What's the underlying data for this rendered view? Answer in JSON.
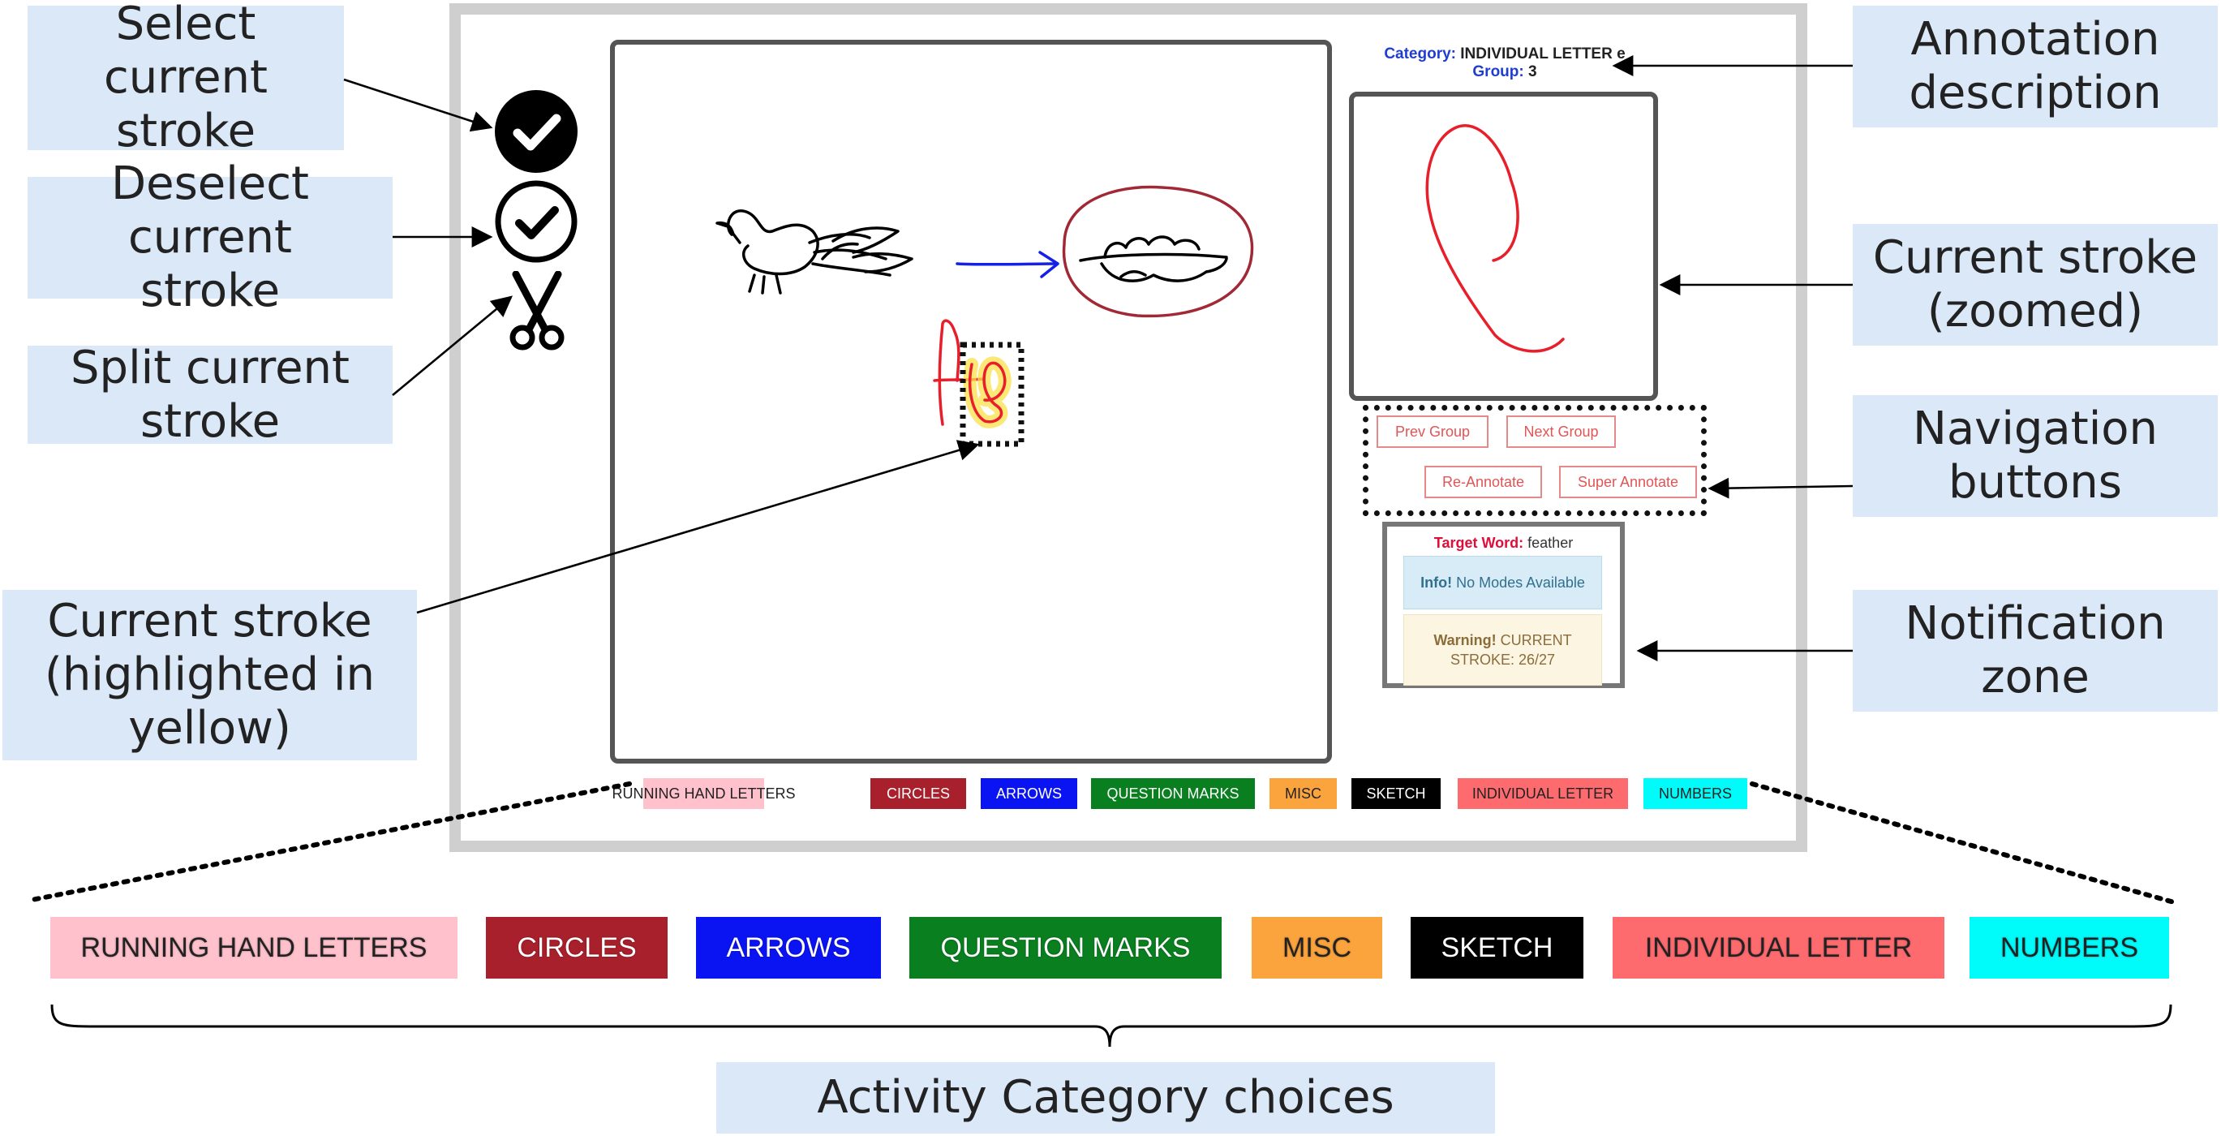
{
  "callouts": {
    "select_stroke": "Select current\nstroke",
    "deselect_stroke": "Deselect current\nstroke",
    "split_stroke": "Split current\nstroke",
    "current_stroke_highlight": "Current stroke\n(highlighted in\nyellow)",
    "annotation_description": "Annotation\ndescription",
    "current_stroke_zoomed": "Current stroke\n(zoomed)",
    "navigation_buttons": "Navigation\nbuttons",
    "notification_zone": "Notification zone",
    "activity_category_choices": "Activity Category choices"
  },
  "annotation": {
    "category_label": "Category:",
    "category_value": "INDIVIDUAL LETTER e",
    "group_label": "Group:",
    "group_value": "3"
  },
  "nav": {
    "prev_group": "Prev Group",
    "next_group": "Next Group",
    "re_annotate": "Re-Annotate",
    "super_annotate": "Super Annotate"
  },
  "notifications": {
    "target_word_label": "Target Word:",
    "target_word_value": "feather",
    "info_label": "Info!",
    "info_text": "No Modes Available",
    "warning_label": "Warning!",
    "warning_text": "CURRENT STROKE: 26/27"
  },
  "categories": [
    {
      "label": "RUNNING HAND LETTERS",
      "bg": "#ffc1cc",
      "fg": "#222222"
    },
    {
      "label": "CIRCLES",
      "bg": "#a8202b",
      "fg": "#ffffff"
    },
    {
      "label": "ARROWS",
      "bg": "#0a14f2",
      "fg": "#ffffff"
    },
    {
      "label": "QUESTION MARKS",
      "bg": "#097f1f",
      "fg": "#ffffff"
    },
    {
      "label": "MISC",
      "bg": "#fba33d",
      "fg": "#222222"
    },
    {
      "label": "SKETCH",
      "bg": "#000000",
      "fg": "#ffffff"
    },
    {
      "label": "INDIVIDUAL LETTER",
      "bg": "#fe6b6f",
      "fg": "#222222"
    },
    {
      "label": "NUMBERS",
      "bg": "#00fbfb",
      "fg": "#222222"
    }
  ],
  "icons": {
    "select": "check-filled-icon",
    "deselect": "check-outline-icon",
    "split": "scissors-icon"
  }
}
